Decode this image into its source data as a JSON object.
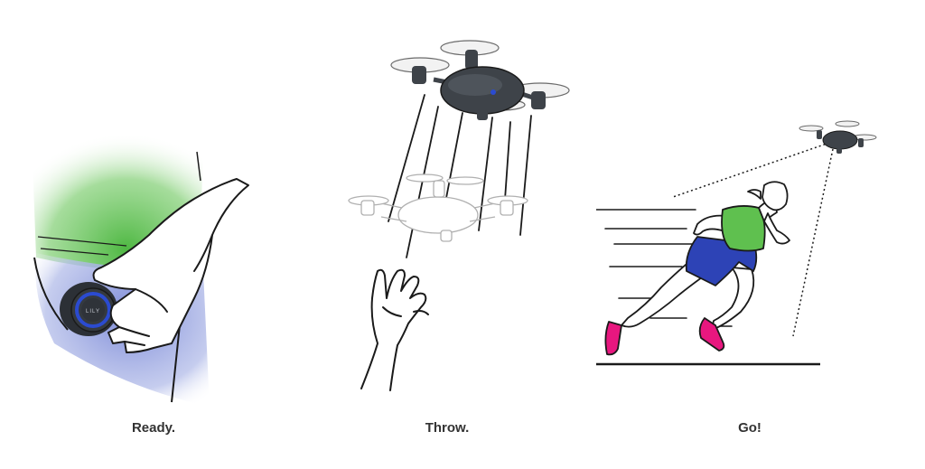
{
  "steps": [
    {
      "caption": "Ready."
    },
    {
      "caption": "Throw."
    },
    {
      "caption": "Go!"
    }
  ],
  "device": {
    "logo_text": "LILY"
  },
  "colors": {
    "green": "#5fc04f",
    "blue_jeans": "#7d8fd6",
    "ring_blue": "#2b4bd0",
    "drone_body": "#3e4349",
    "shoe_pink": "#e8177f",
    "shorts_blue": "#2d43b6",
    "ink": "#1a1a1a"
  }
}
